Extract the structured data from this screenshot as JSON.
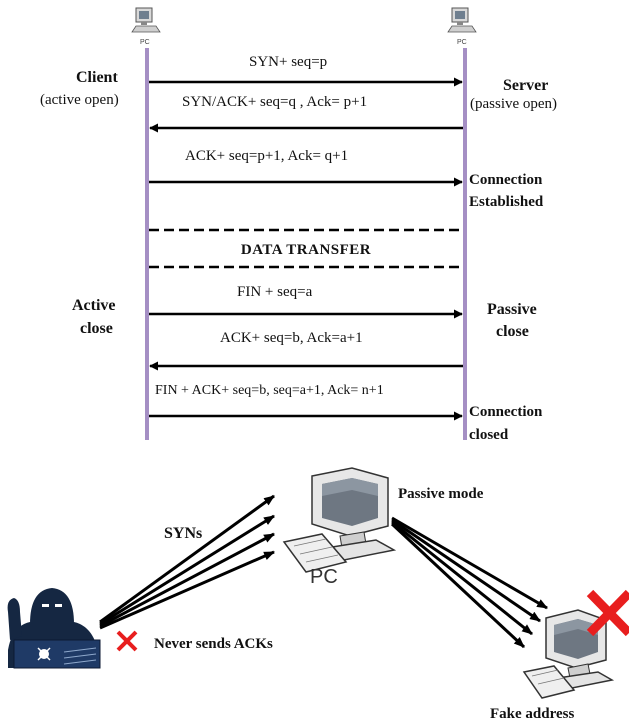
{
  "handshake": {
    "client_pc_label": "PC",
    "server_pc_label": "PC",
    "client_title": "Client",
    "client_subtitle": "(active open)",
    "server_title": "Server",
    "server_subtitle": "(passive open)",
    "msg1": "SYN+ seq=p",
    "msg2": "SYN/ACK+ seq=q , Ack= p+1",
    "msg3": "ACK+ seq=p+1, Ack= q+1",
    "established_line1": "Connection",
    "established_line2": "Established",
    "data_transfer": "DATA TRANSFER",
    "active_close_line1": "Active",
    "active_close_line2": "close",
    "passive_close_line1": "Passive",
    "passive_close_line2": "close",
    "msg4": "FIN + seq=a",
    "msg5": "ACK+ seq=b, Ack=a+1",
    "msg6": "FIN + ACK+ seq=b, seq=a+1, Ack= n+1",
    "closed_line1": "Connection",
    "closed_line2": "closed"
  },
  "attack": {
    "syns_label": "SYNs",
    "target_pc_label": "PC",
    "passive_mode_label": "Passive mode",
    "never_acks_label": "Never sends ACKs",
    "fake_address_label": "Fake address"
  },
  "colors": {
    "timeline": "#a58fc4",
    "arrow": "#000000",
    "cross": "#e81e1e",
    "attacker": "#152742"
  },
  "icons": [
    "computer-icon",
    "hacker-icon",
    "cross-icon"
  ]
}
